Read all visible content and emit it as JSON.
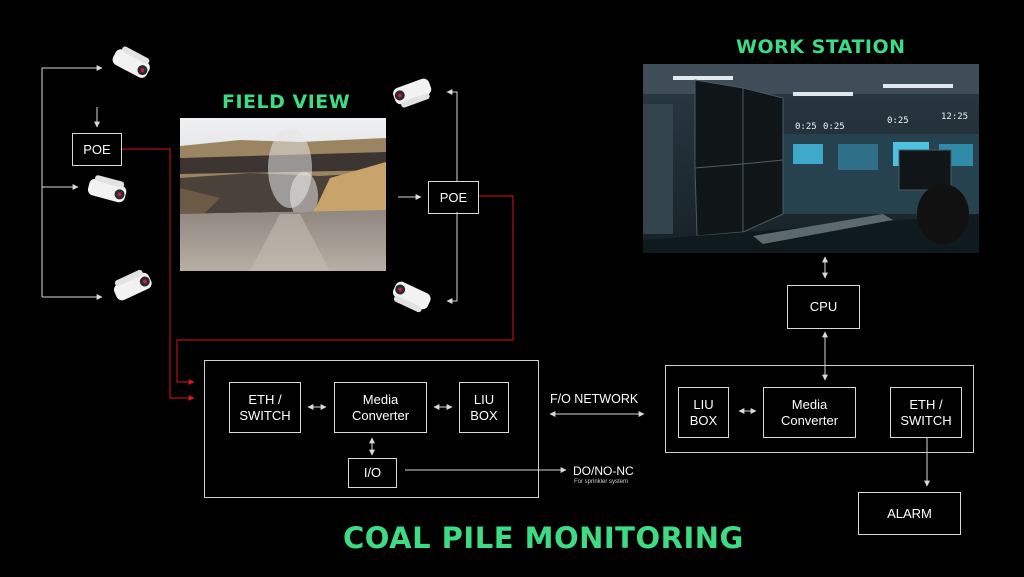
{
  "titles": {
    "field_view": "FIELD VIEW",
    "work_station": "WORK STATION",
    "main": "COAL PILE MONITORING"
  },
  "field": {
    "poe_left": "POE",
    "poe_right": "POE",
    "eth_switch": "ETH /\nSWITCH",
    "media_converter": "Media\nConverter",
    "liu_box": "LIU\nBOX",
    "io": "I/O",
    "output": "DO/NO-NC",
    "output_note": "For sprinkler system"
  },
  "network": {
    "label": "F/O NETWORK"
  },
  "station": {
    "cpu": "CPU",
    "liu_box": "LIU\nBOX",
    "media_converter": "Media\nConverter",
    "eth_switch": "ETH /\nSWITCH",
    "alarm": "ALARM",
    "clocks": [
      "0:25",
      "0:25",
      "0:25",
      "12:25"
    ]
  },
  "colors": {
    "accent": "#3ddc84",
    "poe_link": "#d9151c",
    "line": "#d9d9d9",
    "background": "#000000"
  },
  "icons": [
    "thermal-camera-icon"
  ]
}
